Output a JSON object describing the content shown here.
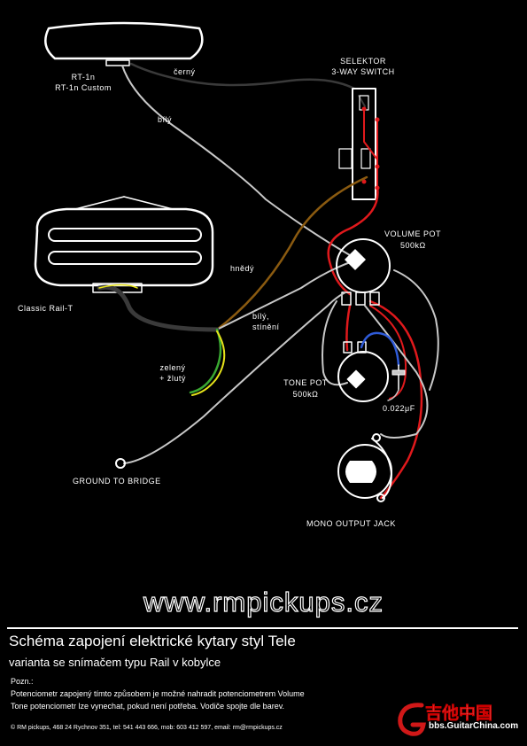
{
  "labels": {
    "neck_pickup_name": "RT-1n",
    "neck_pickup_variant": "RT-1n Custom",
    "wire_black": "černý",
    "wire_white": "bílý",
    "switch_line1": "SELEKTOR",
    "switch_line2": "3-WAY SWITCH",
    "volume_line1": "VOLUME POT",
    "volume_line2": "500kΩ",
    "bridge_pickup_name": "Classic Rail-T",
    "wire_brown": "hnědý",
    "wire_white2_line1": "bílý,",
    "wire_white2_line2": "stínění",
    "wire_green_line1": "zelený",
    "wire_green_line2": "+ žlutý",
    "tone_line1": "TONE POT",
    "tone_line2": "500kΩ",
    "capacitor": "0.022μF",
    "ground_to_bridge": "GROUND TO BRIDGE",
    "output_jack": "MONO OUTPUT JACK"
  },
  "website": "www.rmpickups.cz",
  "title": "Schéma zapojení elektrické kytary styl Tele",
  "subtitle": "varianta se snímačem typu Rail v kobylce",
  "notes": [
    "Pozn.:",
    "Potenciometr zapojený tímto způsobem je možné nahradit potenciometrem Volume",
    "Tone potenciometr lze vynechat, pokud není potřeba. Vodiče spojte dle barev."
  ],
  "footer": "© RM pickups, 468 24 Rychnov 351, tel: 541 443 666, mob: 603 412 597, email: rm@rmpickups.cz",
  "watermark": {
    "chinese": "吉他中国",
    "url": "bbs.GuitarChina.com"
  },
  "colors": {
    "background": "#000000",
    "line": "#ffffff",
    "wire_red": "#e0191c",
    "wire_blue": "#2f5bd8",
    "wire_brown": "#8a5a10",
    "wire_gray": "#c8c8c8",
    "wire_yellow": "#e6e31a",
    "wire_green": "#3aa832"
  }
}
